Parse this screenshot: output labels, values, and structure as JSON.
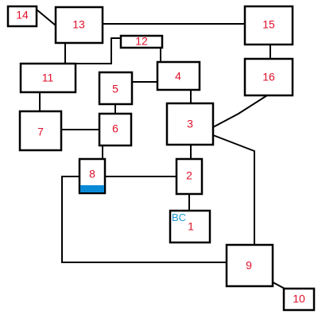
{
  "colors": {
    "background": "#ffffff",
    "stroke": "#000000",
    "label": "#e0102a",
    "bc_label": "#1a9ad6",
    "bar_fill": "#0a8ad6"
  },
  "boxes": [
    {
      "id": "1",
      "label": "1"
    },
    {
      "id": "2",
      "label": "2"
    },
    {
      "id": "3",
      "label": "3"
    },
    {
      "id": "4",
      "label": "4"
    },
    {
      "id": "5",
      "label": "5"
    },
    {
      "id": "6",
      "label": "6"
    },
    {
      "id": "7",
      "label": "7"
    },
    {
      "id": "8",
      "label": "8"
    },
    {
      "id": "9",
      "label": "9"
    },
    {
      "id": "10",
      "label": "10"
    },
    {
      "id": "11",
      "label": "11"
    },
    {
      "id": "12",
      "label": "12"
    },
    {
      "id": "13",
      "label": "13"
    },
    {
      "id": "14",
      "label": "14"
    },
    {
      "id": "15",
      "label": "15"
    },
    {
      "id": "16",
      "label": "16"
    }
  ],
  "annotations": {
    "bc_label": "BC"
  },
  "connections": [
    [
      "14",
      "13"
    ],
    [
      "13",
      "15"
    ],
    [
      "13",
      "11"
    ],
    [
      "11",
      "12"
    ],
    [
      "11",
      "7"
    ],
    [
      "12",
      "4"
    ],
    [
      "5",
      "4"
    ],
    [
      "5",
      "6"
    ],
    [
      "7",
      "6"
    ],
    [
      "6",
      "8"
    ],
    [
      "8",
      "2"
    ],
    [
      "8",
      "9"
    ],
    [
      "4",
      "3"
    ],
    [
      "3",
      "2"
    ],
    [
      "2",
      "1"
    ],
    [
      "3",
      "16"
    ],
    [
      "15",
      "16"
    ],
    [
      "3",
      "9"
    ],
    [
      "9",
      "10"
    ]
  ]
}
